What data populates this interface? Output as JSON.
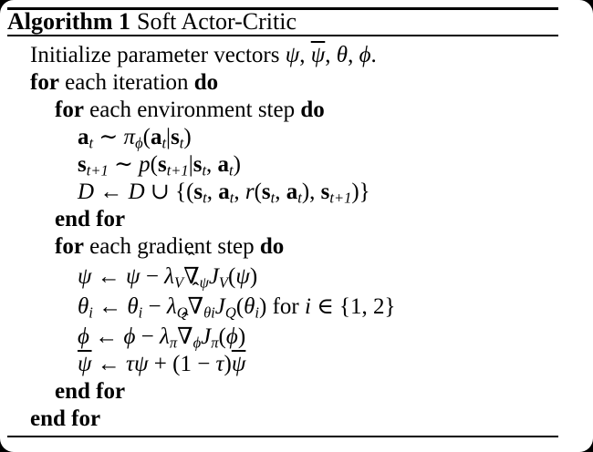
{
  "page": {
    "colors": {
      "outside": "#000000",
      "paper": "#ffffff",
      "ink": "#000000"
    }
  },
  "meta": {
    "hat_glyph": "ˆ"
  },
  "header": {
    "label": "Algorithm 1",
    "title": "Soft Actor-Critic"
  },
  "algorithm": {
    "lines": [
      {
        "indent": 0,
        "parts": [
          {
            "s": "rm",
            "t": "Initialize parameter vectors "
          },
          {
            "s": "it",
            "t": "ψ"
          },
          {
            "s": "rm",
            "t": ", "
          },
          {
            "s": "it",
            "t": "ψ",
            "bar": true
          },
          {
            "s": "rm",
            "t": ", "
          },
          {
            "s": "it",
            "t": "θ"
          },
          {
            "s": "rm",
            "t": ", "
          },
          {
            "s": "it",
            "t": "ϕ"
          },
          {
            "s": "rm",
            "t": "."
          }
        ]
      },
      {
        "indent": 0,
        "parts": [
          {
            "s": "bf",
            "t": "for"
          },
          {
            "s": "rm",
            "t": " each iteration "
          },
          {
            "s": "bf",
            "t": "do"
          }
        ]
      },
      {
        "indent": 1,
        "parts": [
          {
            "s": "bf",
            "t": "for"
          },
          {
            "s": "rm",
            "t": " each environment step "
          },
          {
            "s": "bf",
            "t": "do"
          }
        ]
      },
      {
        "indent": 2,
        "parts": [
          {
            "s": "mbf",
            "t": "a",
            "sub": "t"
          },
          {
            "s": "rm",
            "t": " ∼ "
          },
          {
            "s": "it",
            "t": "π",
            "sub": "ϕ"
          },
          {
            "s": "rm",
            "t": "("
          },
          {
            "s": "mbf",
            "t": "a",
            "sub": "t"
          },
          {
            "s": "rm",
            "t": "|"
          },
          {
            "s": "mbf",
            "t": "s",
            "sub": "t"
          },
          {
            "s": "rm",
            "t": ")"
          }
        ]
      },
      {
        "indent": 2,
        "parts": [
          {
            "s": "mbf",
            "t": "s",
            "sub": "t+1"
          },
          {
            "s": "rm",
            "t": " ∼ "
          },
          {
            "s": "it",
            "t": "p"
          },
          {
            "s": "rm",
            "t": "("
          },
          {
            "s": "mbf",
            "t": "s",
            "sub": "t+1"
          },
          {
            "s": "rm",
            "t": "|"
          },
          {
            "s": "mbf",
            "t": "s",
            "sub": "t"
          },
          {
            "s": "rm",
            "t": ", "
          },
          {
            "s": "mbf",
            "t": "a",
            "sub": "t"
          },
          {
            "s": "rm",
            "t": ")"
          }
        ]
      },
      {
        "indent": 2,
        "parts": [
          {
            "s": "cal",
            "t": "D"
          },
          {
            "s": "rm",
            "t": " ← "
          },
          {
            "s": "cal",
            "t": "D"
          },
          {
            "s": "rm",
            "t": " ∪ {("
          },
          {
            "s": "mbf",
            "t": "s",
            "sub": "t"
          },
          {
            "s": "rm",
            "t": ", "
          },
          {
            "s": "mbf",
            "t": "a",
            "sub": "t"
          },
          {
            "s": "rm",
            "t": ", "
          },
          {
            "s": "it",
            "t": "r"
          },
          {
            "s": "rm",
            "t": "("
          },
          {
            "s": "mbf",
            "t": "s",
            "sub": "t"
          },
          {
            "s": "rm",
            "t": ", "
          },
          {
            "s": "mbf",
            "t": "a",
            "sub": "t"
          },
          {
            "s": "rm",
            "t": "), "
          },
          {
            "s": "mbf",
            "t": "s",
            "sub": "t+1"
          },
          {
            "s": "rm",
            "t": ")}"
          }
        ]
      },
      {
        "indent": 1,
        "parts": [
          {
            "s": "bf",
            "t": "end for"
          }
        ]
      },
      {
        "indent": 1,
        "parts": [
          {
            "s": "bf",
            "t": "for"
          },
          {
            "s": "rm",
            "t": " each gradient step "
          },
          {
            "s": "bf",
            "t": "do"
          }
        ]
      },
      {
        "indent": 2,
        "tall": true,
        "parts": [
          {
            "s": "it",
            "t": "ψ"
          },
          {
            "s": "rm",
            "t": " ← "
          },
          {
            "s": "it",
            "t": "ψ"
          },
          {
            "s": "rm",
            "t": " − "
          },
          {
            "s": "it",
            "t": "λ",
            "sub": "V"
          },
          {
            "s": "nab",
            "t": "∇",
            "hat": true,
            "sub": "ψ"
          },
          {
            "s": "it",
            "t": "J",
            "sub": "V"
          },
          {
            "s": "rm",
            "t": "("
          },
          {
            "s": "it",
            "t": "ψ"
          },
          {
            "s": "rm",
            "t": ")"
          }
        ]
      },
      {
        "indent": 2,
        "tall": true,
        "parts": [
          {
            "s": "it",
            "t": "θ",
            "sub": "i"
          },
          {
            "s": "rm",
            "t": " ← "
          },
          {
            "s": "it",
            "t": "θ",
            "sub": "i"
          },
          {
            "s": "rm",
            "t": " − "
          },
          {
            "s": "it",
            "t": "λ",
            "sub": "Q"
          },
          {
            "s": "nab",
            "t": "∇",
            "hat": true,
            "sub": "θi"
          },
          {
            "s": "it",
            "t": "J",
            "sub": "Q"
          },
          {
            "s": "rm",
            "t": "("
          },
          {
            "s": "it",
            "t": "θ",
            "sub": "i"
          },
          {
            "s": "rm",
            "t": ") for "
          },
          {
            "s": "it",
            "t": "i"
          },
          {
            "s": "rm",
            "t": " ∈ {1, 2}"
          }
        ]
      },
      {
        "indent": 2,
        "tall": true,
        "parts": [
          {
            "s": "it",
            "t": "ϕ"
          },
          {
            "s": "rm",
            "t": " ← "
          },
          {
            "s": "it",
            "t": "ϕ"
          },
          {
            "s": "rm",
            "t": " − "
          },
          {
            "s": "it",
            "t": "λ",
            "sub": "π"
          },
          {
            "s": "nab",
            "t": "∇",
            "hat": true,
            "sub": "ϕ"
          },
          {
            "s": "it",
            "t": "J",
            "sub": "π"
          },
          {
            "s": "rm",
            "t": "("
          },
          {
            "s": "it",
            "t": "ϕ"
          },
          {
            "s": "rm",
            "t": ")"
          }
        ]
      },
      {
        "indent": 2,
        "parts": [
          {
            "s": "it",
            "t": "ψ",
            "bar": true
          },
          {
            "s": "rm",
            "t": " ← "
          },
          {
            "s": "it",
            "t": "τψ"
          },
          {
            "s": "rm",
            "t": " + (1 − "
          },
          {
            "s": "it",
            "t": "τ"
          },
          {
            "s": "rm",
            "t": ")"
          },
          {
            "s": "it",
            "t": "ψ",
            "bar": true
          }
        ]
      },
      {
        "indent": 1,
        "parts": [
          {
            "s": "bf",
            "t": "end for"
          }
        ]
      },
      {
        "indent": 0,
        "parts": [
          {
            "s": "bf",
            "t": "end for"
          }
        ]
      }
    ]
  }
}
